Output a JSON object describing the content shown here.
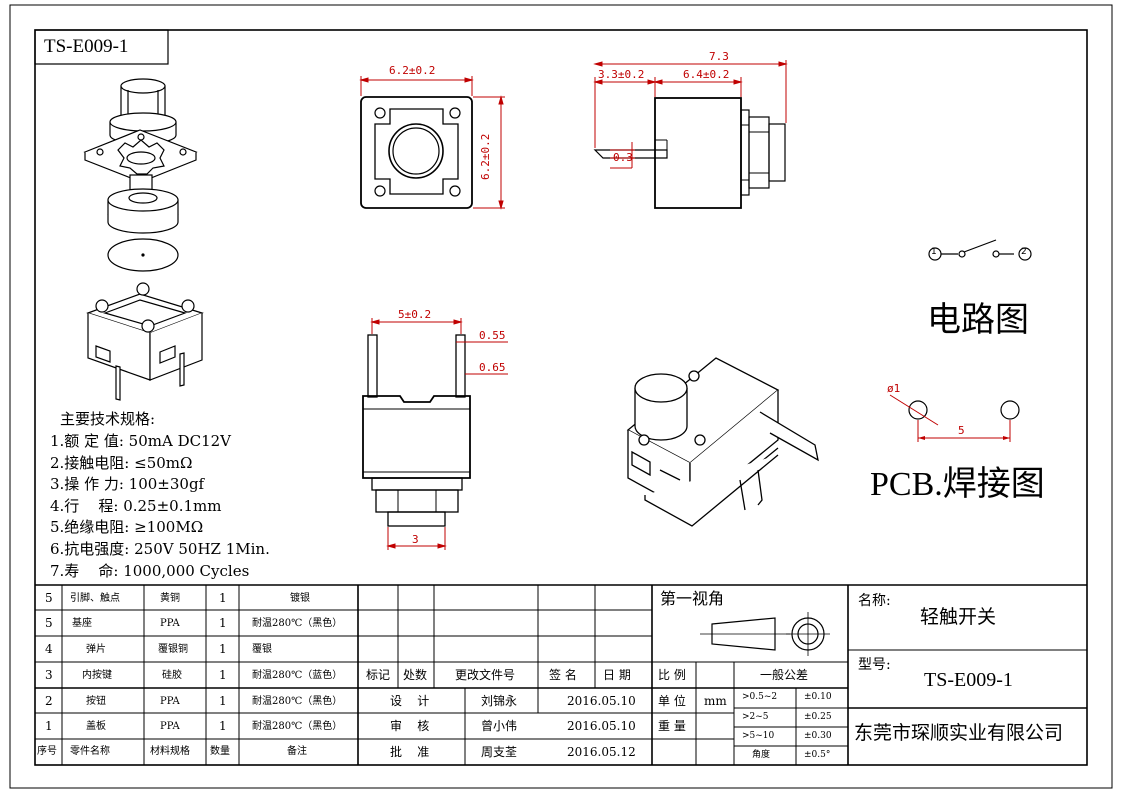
{
  "drawing": {
    "model_code": "TS-E009-1",
    "dimensions": {
      "top_width": "6.2±0.2",
      "top_height": "6.2±0.2",
      "side_total": "7.3",
      "side_left": "3.3±0.2",
      "side_body": "6.4±0.2",
      "side_pin": "0.3",
      "front_pitch": "5±0.2",
      "front_pin_a": "0.55",
      "front_pin_b": "0.65",
      "front_button": "3",
      "pcb_pitch": "5",
      "pcb_hole": "ø1"
    },
    "circuit": {
      "title": "电路图",
      "terminal_1": "1",
      "terminal_2": "2"
    },
    "pcb_title": "PCB.焊接图"
  },
  "specs": {
    "title": "主要技术规格:",
    "lines": [
      "1.额 定 值: 50mA DC12V",
      "2.接触电阻: ≤50mΩ",
      "3.操 作 力: 100±30gf",
      "4.行    程: 0.25±0.1mm",
      "5.绝缘电阻: ≥100MΩ",
      "6.抗电强度: 250V 50HZ 1Min.",
      "7.寿    命: 1000,000 Cycles"
    ]
  },
  "bom": {
    "rows": [
      {
        "seq": "5",
        "name": "引脚、触点",
        "material": "黄铜",
        "qty": "1",
        "note": "镀银"
      },
      {
        "seq": "5",
        "name": "基座",
        "material": "PPA",
        "qty": "1",
        "note": "耐温280℃（黑色）"
      },
      {
        "seq": "4",
        "name": "弹片",
        "material": "覆银铜",
        "qty": "1",
        "note": "覆银"
      },
      {
        "seq": "3",
        "name": "内按键",
        "material": "硅胶",
        "qty": "1",
        "note": "耐温280℃（蓝色）"
      },
      {
        "seq": "2",
        "name": "按钮",
        "material": "PPA",
        "qty": "1",
        "note": "耐温280℃（黑色）"
      },
      {
        "seq": "1",
        "name": "盖板",
        "material": "PPA",
        "qty": "1",
        "note": "耐温280℃（黑色）"
      }
    ],
    "header": {
      "seq": "序号",
      "name": "零件名称",
      "material": "材料规格",
      "qty": "数量",
      "note": "备注"
    }
  },
  "revision": {
    "mark": "标记",
    "count": "处数",
    "doc": "更改文件号",
    "sign": "签 名",
    "date": "日 期"
  },
  "approvals": [
    {
      "role": "设    计",
      "name": "刘锦永",
      "date": "2016.05.10"
    },
    {
      "role": "审    核",
      "name": "曾小伟",
      "date": "2016.05.10"
    },
    {
      "role": "批    准",
      "name": "周支荃",
      "date": "2016.05.12"
    }
  ],
  "projection": {
    "label": "第一视角"
  },
  "scale": {
    "label": "比 例",
    "unit_label": "单 位",
    "unit": "mm",
    "weight_label": "重 量"
  },
  "tolerance": {
    "title": "一般公差",
    "rows": [
      {
        "range": ">0.5~2",
        "value": "±0.10"
      },
      {
        "range": ">2~5",
        "value": "±0.25"
      },
      {
        "range": ">5~10",
        "value": "±0.30"
      },
      {
        "range": "角度",
        "value": "±0.5°"
      }
    ]
  },
  "title_block": {
    "name_label": "名称:",
    "name": "轻触开关",
    "model_label": "型号:",
    "model": "TS-E009-1",
    "company": "东莞市琛顺实业有限公司"
  }
}
